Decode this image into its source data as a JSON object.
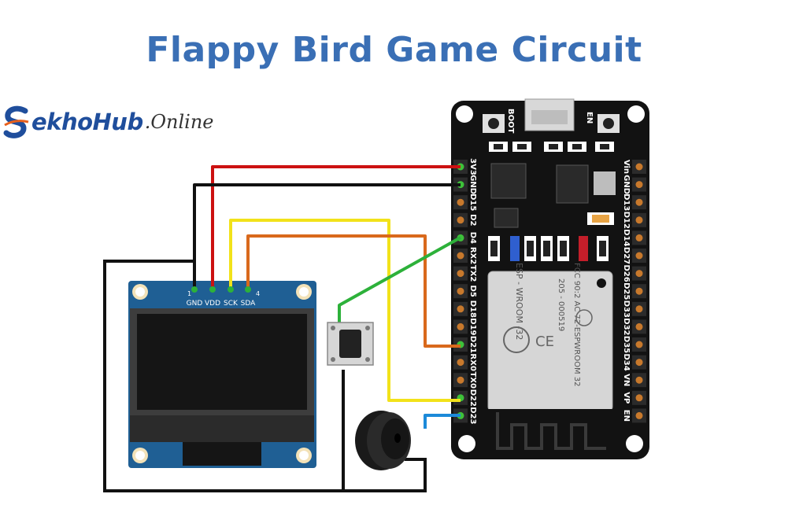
{
  "title": "Flappy Bird Game Circuit",
  "logo": {
    "name": "ekhoHub",
    "suffix": ".Online"
  },
  "esp32": {
    "buttons": [
      "BOOT",
      "EN"
    ],
    "left_pins": [
      "3V3",
      "GND",
      "D15",
      "D2",
      "D4",
      "RX2",
      "TX2",
      "D5",
      "D18",
      "D19",
      "D21",
      "RX0",
      "TX0",
      "D22",
      "D23"
    ],
    "right_pins": [
      "Vin",
      "GND",
      "D13",
      "D12",
      "D14",
      "D27",
      "D26",
      "D25",
      "D33",
      "D32",
      "D35",
      "D34",
      "VN",
      "VP",
      "EN"
    ],
    "module_lines": [
      "FCC 90:2 AC 72-ESPWROOM 32",
      "205 - 000519",
      "ESP - WROOM -32"
    ]
  },
  "oled": {
    "pin_labels": [
      "GND",
      "VDD",
      "SCK",
      "SDA"
    ],
    "pin_numbers": [
      "1",
      "4"
    ]
  },
  "colors": {
    "title": "#3a6fb5",
    "wire_red": "#cc1111",
    "wire_black": "#111111",
    "wire_yellow": "#f2e21a",
    "wire_orange": "#d9691c",
    "wire_green": "#2db13a",
    "wire_blue": "#1c8ad9",
    "board": "#121212",
    "oled_pcb": "#1f5f94"
  }
}
